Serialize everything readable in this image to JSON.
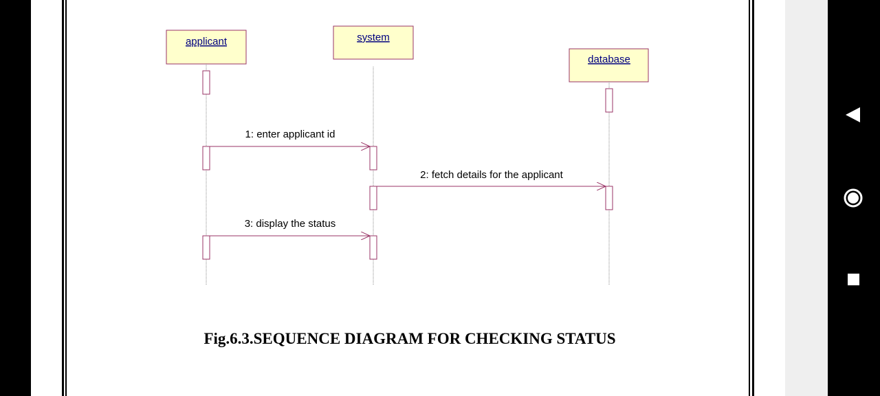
{
  "diagram": {
    "objects": [
      {
        "label": "applicant"
      },
      {
        "label": "system"
      },
      {
        "label": "database"
      }
    ],
    "messages": [
      {
        "label": "1: enter applicant id"
      },
      {
        "label": "2: fetch details for the applicant"
      },
      {
        "label": "3: display the status"
      }
    ],
    "caption": "Fig.6.3.SEQUENCE DIAGRAM FOR CHECKING STATUS"
  },
  "colors": {
    "object_fill": "#ffffcc",
    "border": "#993366"
  },
  "nav": {
    "back_icon": "triangle-left",
    "home_icon": "circle",
    "recents_icon": "square"
  }
}
